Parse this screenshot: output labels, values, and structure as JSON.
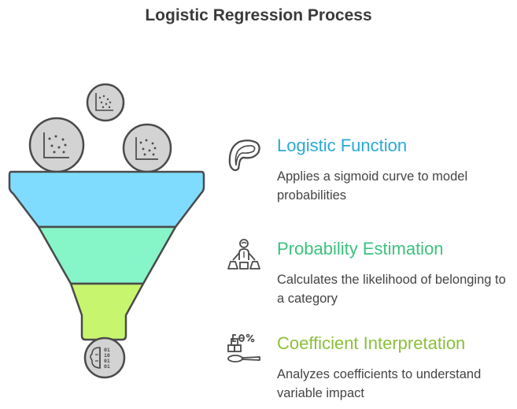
{
  "title": "Logistic Regression Process",
  "colors": {
    "funnel_top": "#7fdcff",
    "funnel_mid": "#86f5c8",
    "funnel_bottom": "#c8f56e",
    "circle_fill": "#d3d3d3",
    "outline": "#4a4a4a",
    "head_1": "#29a9d6",
    "head_2": "#3cc27e",
    "head_3": "#8ac03a"
  },
  "icons": {
    "input_top": "scatter-plot-icon",
    "input_left": "scatter-plot-icon",
    "input_right": "scatter-plot-icon",
    "output": "binary-brain-icon",
    "step_1": "sigmoid-curve-icon",
    "step_2": "person-with-weights-icon",
    "step_3": "coefficient-scale-icon"
  },
  "steps": [
    {
      "heading": "Logistic Function",
      "description": "Applies a sigmoid curve to model probabilities"
    },
    {
      "heading": "Probability Estimation",
      "description": "Calculates the likelihood of belonging to a category"
    },
    {
      "heading": "Coefficient Interpretation",
      "description": "Analyzes coefficients to understand variable impact"
    }
  ],
  "output_bits": [
    "01",
    "10",
    "01",
    "01"
  ]
}
